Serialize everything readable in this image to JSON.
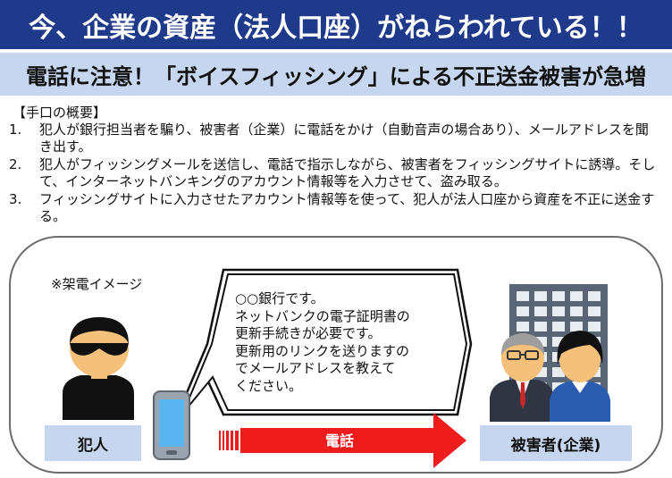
{
  "header": {
    "title": "今、企業の資産（法人口座）がねらわれている！！"
  },
  "subheader": {
    "title": "電話に注意！「ボイスフィッシング」による不正送金被害が急増"
  },
  "steps": {
    "heading": "【手口の概要】",
    "items": [
      {
        "num": "1.",
        "text": "犯人が銀行担当者を騙り、被害者（企業）に電話をかけ（自動音声の場合あり）、メールアドレスを聞き出す。"
      },
      {
        "num": "2.",
        "text": "犯人がフィッシングメールを送信し、電話で指示しながら、被害者をフィッシングサイトに誘導。そして、インターネットバンキングのアカウント情報等を入力させて、盗み取る。"
      },
      {
        "num": "3.",
        "text": "フィッシングサイトに入力させたアカウント情報等を使って、犯人が法人口座から資産を不正に送金する。"
      }
    ]
  },
  "illustration": {
    "image_note": "※架電イメージ",
    "speech_lines": [
      "○○銀行です。",
      "ネットバンクの電子証明書の",
      "更新手続きが必要です。",
      "更新用のリンクを送りますの",
      "でメールアドレスを教えて",
      "ください。"
    ],
    "criminal_label": "犯人",
    "victim_label": "被害者(企業)",
    "phone_label": "電話"
  },
  "colors": {
    "header_bg": "#1f3a8a",
    "subheader_bg": "#c5d6ee",
    "arrow": "#ee1c1c",
    "label_bg": "#c5d6ee"
  }
}
